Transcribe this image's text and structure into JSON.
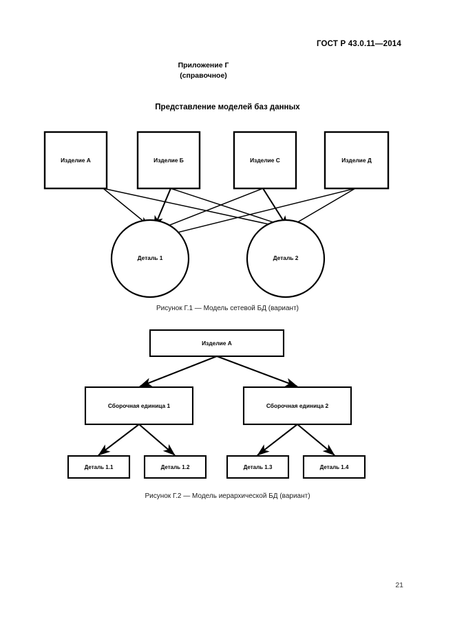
{
  "document": {
    "standard_header": "ГОСТ Р 43.0.11—2014",
    "appendix_title": "Приложение Г",
    "appendix_kind": "(справочное)",
    "section_title": "Представление моделей баз данных",
    "page_number": "21"
  },
  "figure_network": {
    "caption": "Рисунок Г.1 — Модель сетевой БД (вариант)",
    "products": [
      {
        "label": "Изделие А"
      },
      {
        "label": "Изделие Б"
      },
      {
        "label": "Изделие С"
      },
      {
        "label": "Изделие Д"
      }
    ],
    "parts": [
      {
        "label": "Деталь 1"
      },
      {
        "label": "Деталь 2"
      }
    ]
  },
  "figure_hierarchy": {
    "caption": "Рисунок Г.2 — Модель иерархической БД (вариант)",
    "root": {
      "label": "Изделие А"
    },
    "assemblies": [
      {
        "label": "Сборочная единица 1"
      },
      {
        "label": "Сборочная единица 2"
      }
    ],
    "details": [
      {
        "label": "Деталь 1.1"
      },
      {
        "label": "Деталь 1.2"
      },
      {
        "label": "Деталь 1.3"
      },
      {
        "label": "Деталь 1.4"
      }
    ]
  }
}
